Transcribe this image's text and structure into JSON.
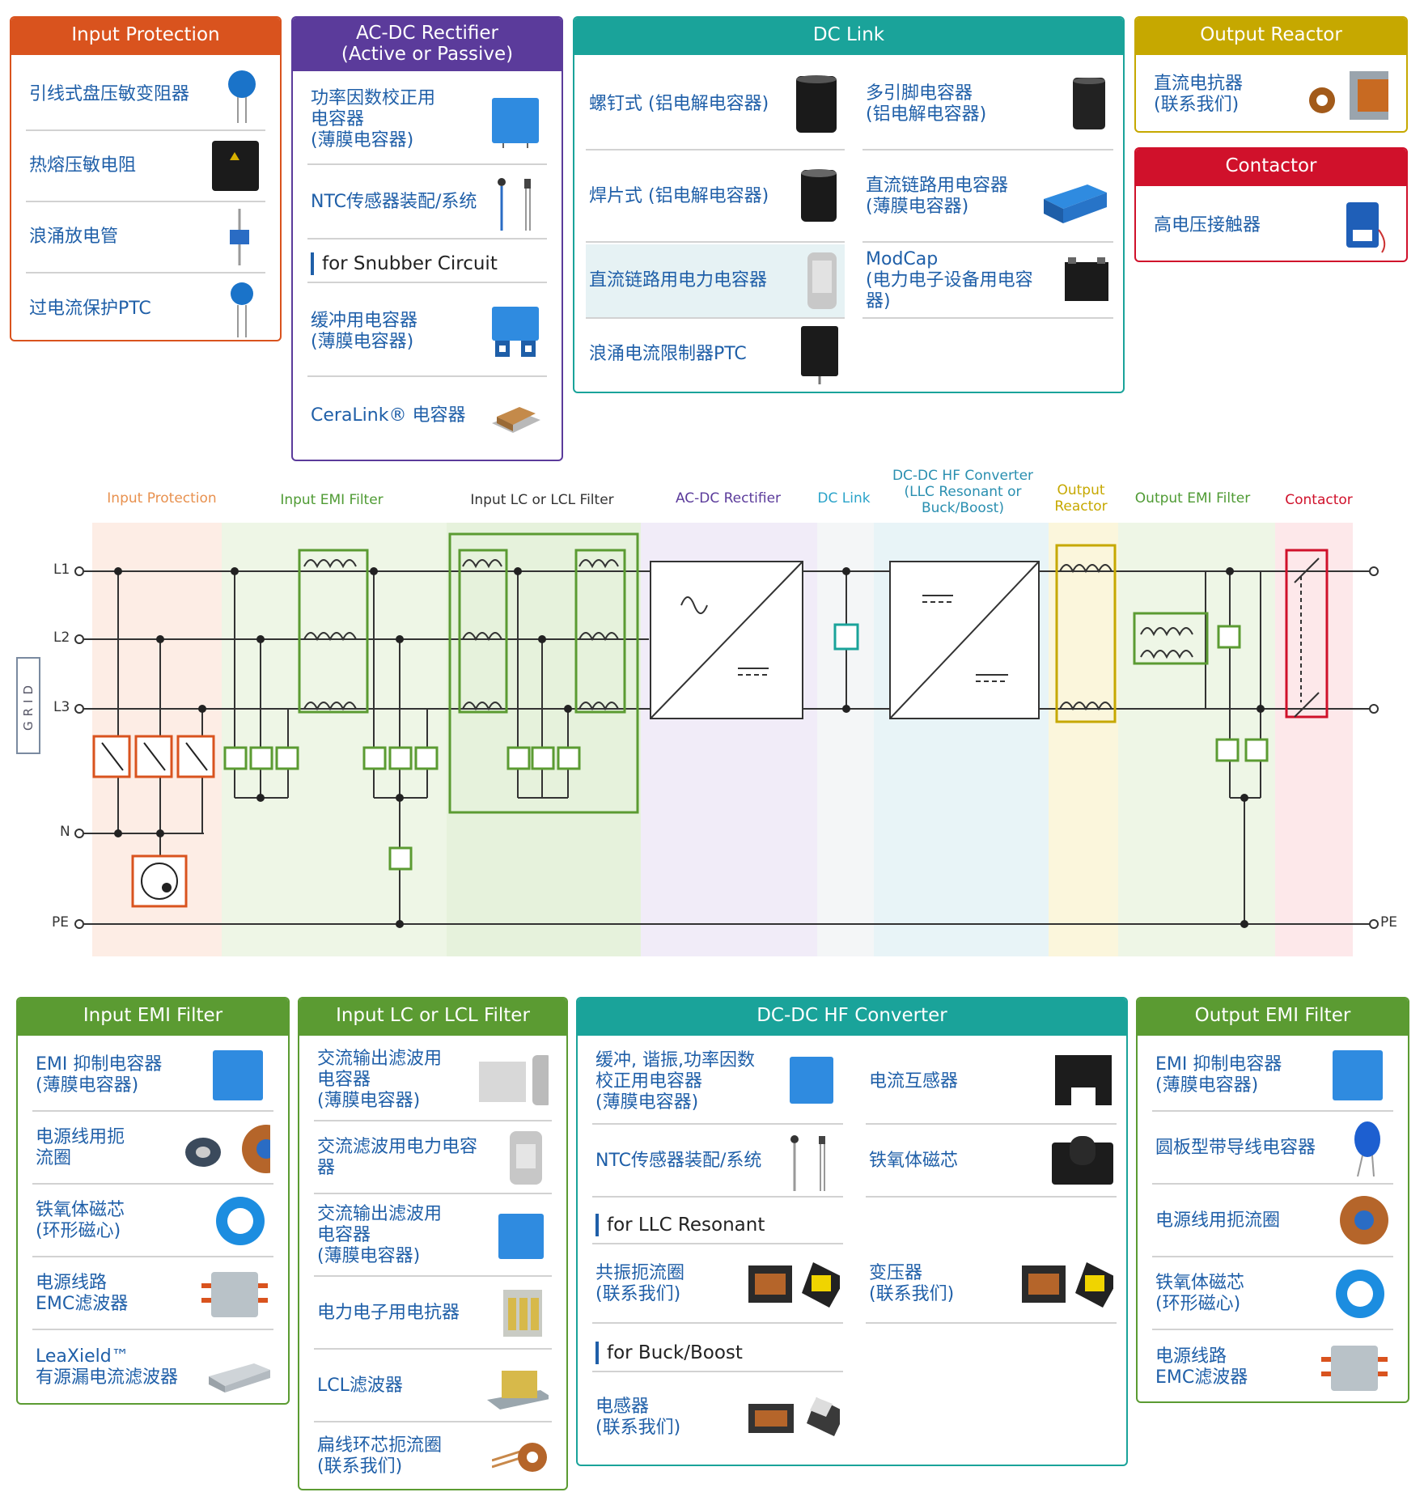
{
  "colors": {
    "protection": "#d9531e",
    "rectifier": "#5b3b9b",
    "dclink": "#1aa39a",
    "reactor": "#c6a800",
    "contactor": "#d0112b",
    "filter": "#5b9b32",
    "text": "#1f5fa8"
  },
  "input_protection": {
    "title": "Input Protection",
    "items": [
      "引线式盘压敏变阻器",
      "热熔压敏电阻",
      "浪涌放电管",
      "过电流保护PTC"
    ]
  },
  "rectifier": {
    "title": "AC-DC Rectifier\n(Active or Passive)",
    "items": [
      "功率因数校正用\n电容器\n(薄膜电容器)",
      "NTC传感器装配/系统"
    ],
    "section": "for Snubber Circuit",
    "items2": [
      "缓冲用电容器\n(薄膜电容器)",
      "CeraLink® 电容器"
    ]
  },
  "dc_link": {
    "title": "DC Link",
    "items": [
      "螺钉式 (铝电解电容器)",
      "多引脚电容器\n(铝电解电容器)",
      "焊片式 (铝电解电容器)",
      "直流链路用电容器\n(薄膜电容器)",
      "直流链路用电力电容器",
      "ModCap\n(电力电子设备用电容器)",
      "浪涌电流限制器PTC"
    ]
  },
  "output_reactor": {
    "title": "Output Reactor",
    "items": [
      "直流电抗器\n(联系我们)"
    ]
  },
  "contactor": {
    "title": "Contactor",
    "items": [
      "高电压接触器"
    ]
  },
  "diagram": {
    "stages": [
      "Input Protection",
      "Input EMI Filter",
      "Input LC or LCL Filter",
      "AC-DC Rectifier",
      "DC Link",
      "DC-DC HF Converter\n(LLC Resonant or\nBuck/Boost)",
      "Output\nReactor",
      "Output EMI Filter",
      "Contactor"
    ],
    "rails": [
      "L1",
      "L2",
      "L3",
      "N",
      "PE"
    ],
    "pe_right": "PE",
    "grid": "GRID"
  },
  "input_emi": {
    "title": "Input EMI Filter",
    "items": [
      "EMI 抑制电容器\n(薄膜电容器)",
      "电源线用扼\n流圈",
      "铁氧体磁芯\n(环形磁心)",
      "电源线路\nEMC滤波器",
      "LeaXield™\n有源漏电流滤波器"
    ]
  },
  "input_lc": {
    "title": "Input LC or LCL Filter",
    "items": [
      "交流输出滤波用\n电容器\n(薄膜电容器)",
      "交流滤波用电力电容器",
      "交流输出滤波用\n电容器\n(薄膜电容器)",
      "电力电子用电抗器",
      "LCL滤波器",
      "扁线环芯扼流圈\n(联系我们)"
    ]
  },
  "dcdc": {
    "title": "DC-DC HF Converter",
    "items": [
      "缓冲, 谐振,功率因数\n校正用电容器\n(薄膜电容器)",
      "电流互感器",
      "NTC传感器装配/系统",
      "铁氧体磁芯"
    ],
    "section1": "for LLC Resonant",
    "items2": [
      "共振扼流圈\n(联系我们)",
      "变压器\n(联系我们)"
    ],
    "section2": "for Buck/Boost",
    "items3": [
      "电感器\n(联系我们)"
    ]
  },
  "output_emi": {
    "title": "Output EMI Filter",
    "items": [
      "EMI 抑制电容器\n(薄膜电容器)",
      "圆板型带导线电容器",
      "电源线用扼流圈",
      "铁氧体磁芯\n(环形磁心)",
      "电源线路\nEMC滤波器"
    ]
  }
}
